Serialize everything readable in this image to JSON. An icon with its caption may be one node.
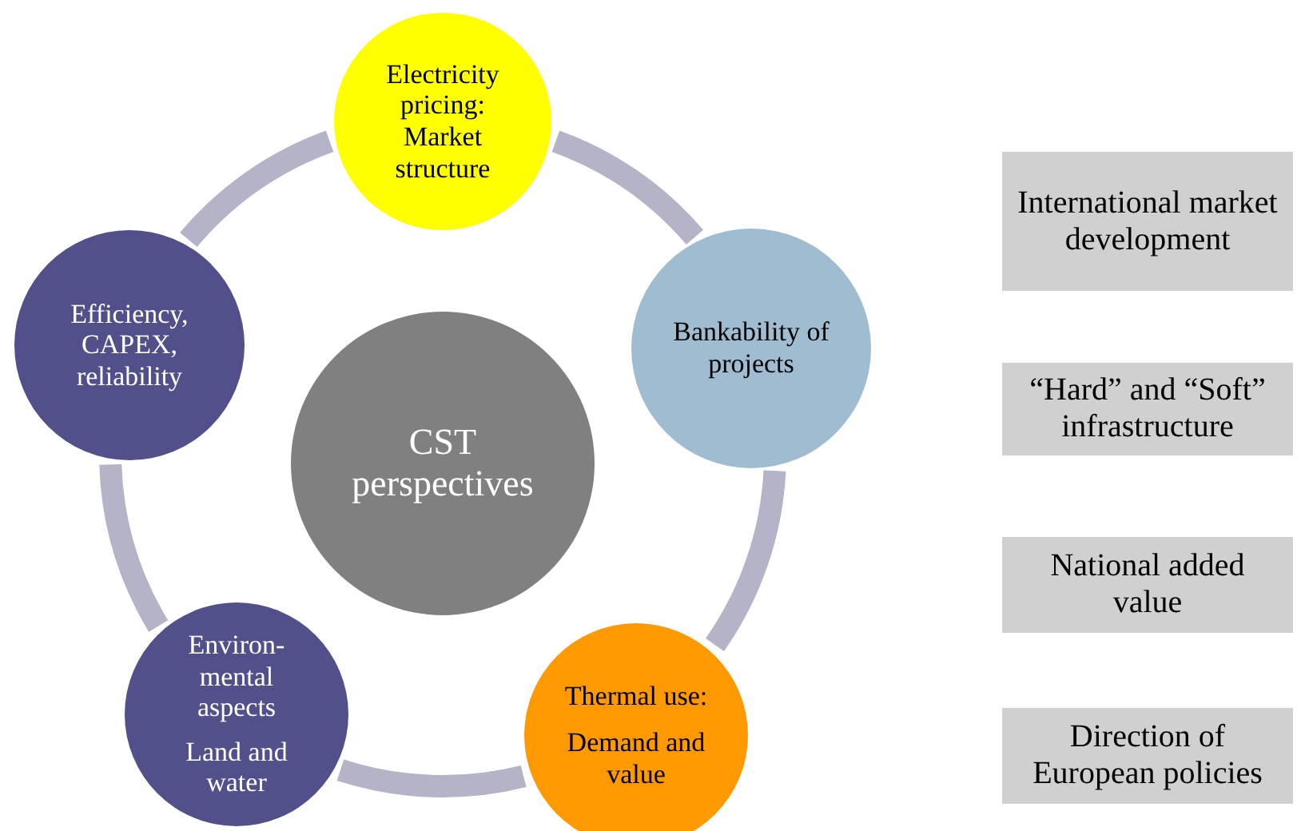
{
  "diagram": {
    "nodes": [
      {
        "text": [
          "Electricity pricing:",
          "Market structure"
        ]
      },
      {
        "text": [
          "Efficiency, CAPEX, reliability"
        ]
      },
      {
        "text": [
          "Bankability of projects"
        ]
      },
      {
        "text": [
          "CST perspectives"
        ]
      },
      {
        "text": [
          "Environ-mental aspects",
          "Land and water"
        ]
      },
      {
        "text": [
          "Thermal use:",
          "Demand and value"
        ]
      },
      {
        "text": [
          "International market development"
        ]
      },
      {
        "text": [
          "“Hard” and “Soft” infrastructure"
        ]
      },
      {
        "text": [
          "National added value"
        ]
      },
      {
        "text": [
          "Direction of European policies"
        ]
      }
    ],
    "edges": [
      {
        "from": 0,
        "to": 2,
        "arrow": "none"
      },
      {
        "from": 2,
        "to": 5,
        "arrow": "none"
      },
      {
        "from": 5,
        "to": 4,
        "arrow": "none"
      },
      {
        "from": 4,
        "to": 1,
        "arrow": "none"
      },
      {
        "from": 1,
        "to": 0,
        "arrow": "none"
      }
    ]
  }
}
